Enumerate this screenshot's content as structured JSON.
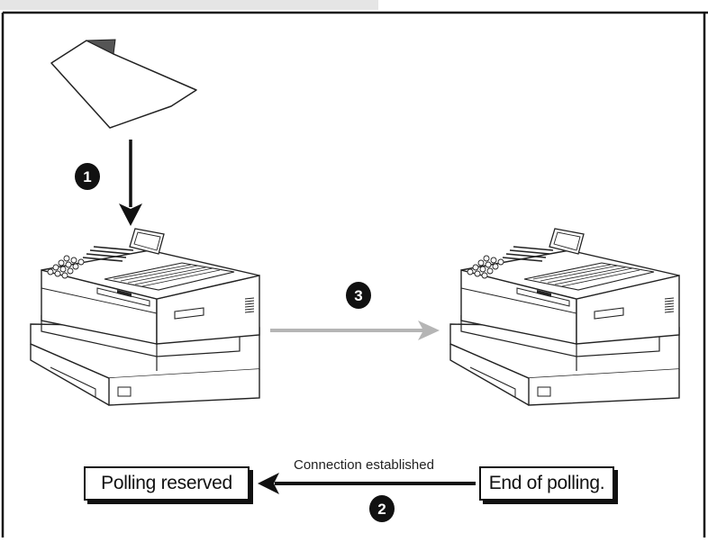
{
  "connection_text": "Connection established",
  "left_box_label": "Polling reserved",
  "right_box_label": "End of polling.",
  "steps": [
    "1",
    "2",
    "3"
  ],
  "colors": {
    "frame": "#111111",
    "top_band": "#e5e5e5",
    "grey_arrow": "#b5b5b5",
    "marker_fill": "#111111",
    "marker_text": "#ffffff"
  },
  "icons": [
    "document-icon",
    "fax-machine-icon",
    "down-arrow-icon",
    "transmission-arrow-icon",
    "connection-arrow-icon"
  ]
}
